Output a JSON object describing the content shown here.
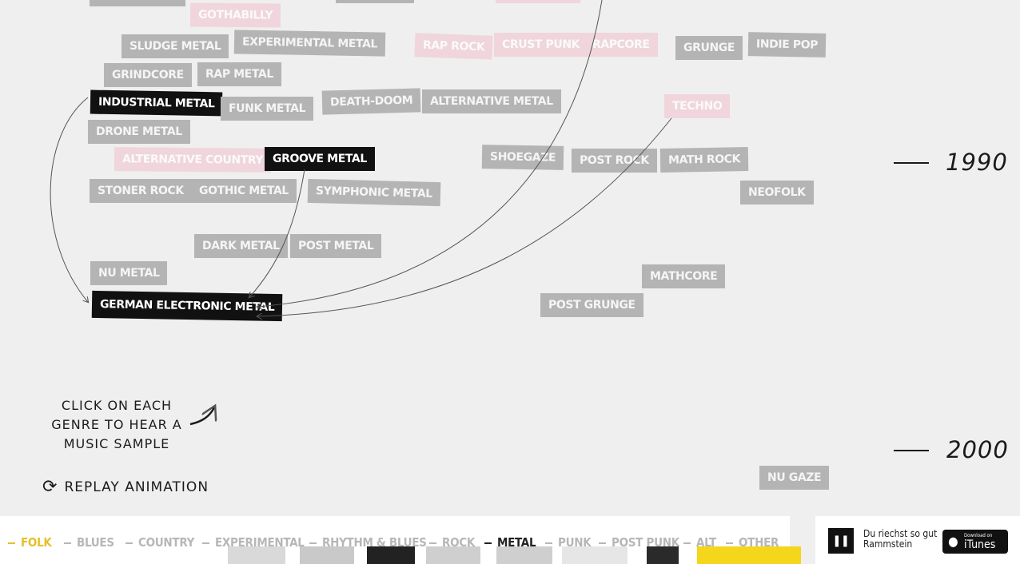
{
  "genres": {
    "gothabilly": "GOTHABILLY",
    "sludge_metal": "SLUDGE METAL",
    "experimental_metal": "EXPERIMENTAL METAL",
    "rap_rock": "RAP ROCK",
    "crust_punk": "CRUST PUNK",
    "rapcore": "RAPCORE",
    "grunge": "GRUNGE",
    "indie_pop": "INDIE POP",
    "grindcore": "GRINDCORE",
    "rap_metal": "RAP METAL",
    "industrial_metal": "INDUSTRIAL METAL",
    "funk_metal": "FUNK METAL",
    "death_doom": "DEATH-DOOM",
    "alternative_metal": "ALTERNATIVE METAL",
    "techno": "TECHNO",
    "drone_metal": "DRONE METAL",
    "alternative_country": "ALTERNATIVE COUNTRY",
    "groove_metal": "GROOVE METAL",
    "shoegaze": "SHOEGAZE",
    "post_rock": "POST ROCK",
    "math_rock": "MATH ROCK",
    "stoner_rock": "STONER ROCK",
    "gothic_metal": "GOTHIC METAL",
    "symphonic_metal": "SYMPHONIC METAL",
    "neofolk": "NEOFOLK",
    "dark_metal": "DARK METAL",
    "post_metal": "POST METAL",
    "nu_metal": "NU METAL",
    "mathcore": "MATHCORE",
    "german_electronic_metal": "GERMAN ELECTRONIC METAL",
    "post_grunge": "POST GRUNGE",
    "nu_gaze": "NU GAZE"
  },
  "timeline": {
    "year_1990": "1990",
    "year_2000": "2000"
  },
  "hint": "CLICK ON EACH GENRE TO HEAR A MUSIC SAMPLE",
  "replay": {
    "label": "REPLAY ANIMATION",
    "icon": "replay-icon"
  },
  "nav": {
    "folk": "FOLK",
    "blues": "BLUES",
    "country": "COUNTRY",
    "experimental": "EXPERIMENTAL",
    "rhythm_blues": "RHYTHM & BLUES",
    "rock": "ROCK",
    "metal": "METAL",
    "punk": "PUNK",
    "post_punk": "POST PUNK",
    "alt": "ALT",
    "other": "OTHER"
  },
  "player": {
    "song": "Du riechst so gut",
    "artist": "Rammstein",
    "itunes_small": "Download on",
    "itunes_large": "iTunes",
    "icon": "pause-icon"
  },
  "colors": {
    "background": "#efefef",
    "tag_inactive": "#b4b4b4",
    "tag_faded": "#f0d5dd",
    "tag_active": "#111111",
    "nav_selected": "#e6c02c"
  }
}
